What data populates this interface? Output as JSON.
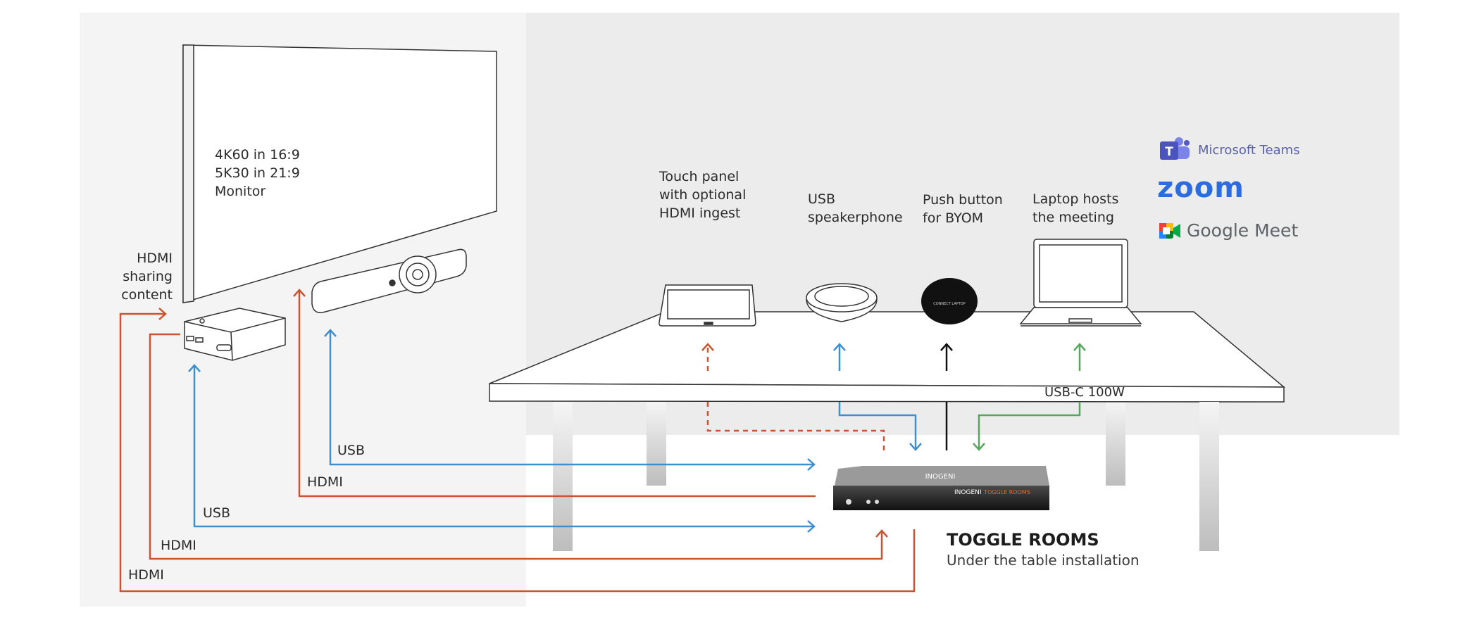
{
  "monitor": {
    "line1": "4K60 in 16:9",
    "line2": "5K30 in 21:9",
    "line3": "Monitor"
  },
  "hdmi_sharing": {
    "line1": "HDMI",
    "line2": "sharing",
    "line3": "content"
  },
  "devices": {
    "touch_panel": {
      "line1": "Touch panel",
      "line2": "with optional",
      "line3": "HDMI ingest"
    },
    "speakerphone": {
      "line1": "USB",
      "line2": "speakerphone"
    },
    "push_button": {
      "line1": "Push button",
      "line2": "for BYOM"
    },
    "laptop": {
      "line1": "Laptop hosts",
      "line2": "the meeting"
    }
  },
  "usbc_label": "USB-C 100W",
  "connections": {
    "usb_top": "USB",
    "hdmi_1": "HDMI",
    "usb_2": "USB",
    "hdmi_2": "HDMI",
    "hdmi_3": "HDMI"
  },
  "product": {
    "name": "TOGGLE ROOMS",
    "subtitle": "Under the table installation",
    "brand_on_box": "INOGENI",
    "model_on_box": "TOGGLE ROOMS"
  },
  "platforms": {
    "teams": "Microsoft Teams",
    "zoom": "zoom",
    "meet": "Google Meet"
  },
  "colors": {
    "hdmi": "#c9542f",
    "usb": "#3d8fcf",
    "usbc": "#55a85a",
    "button": "#111111"
  }
}
